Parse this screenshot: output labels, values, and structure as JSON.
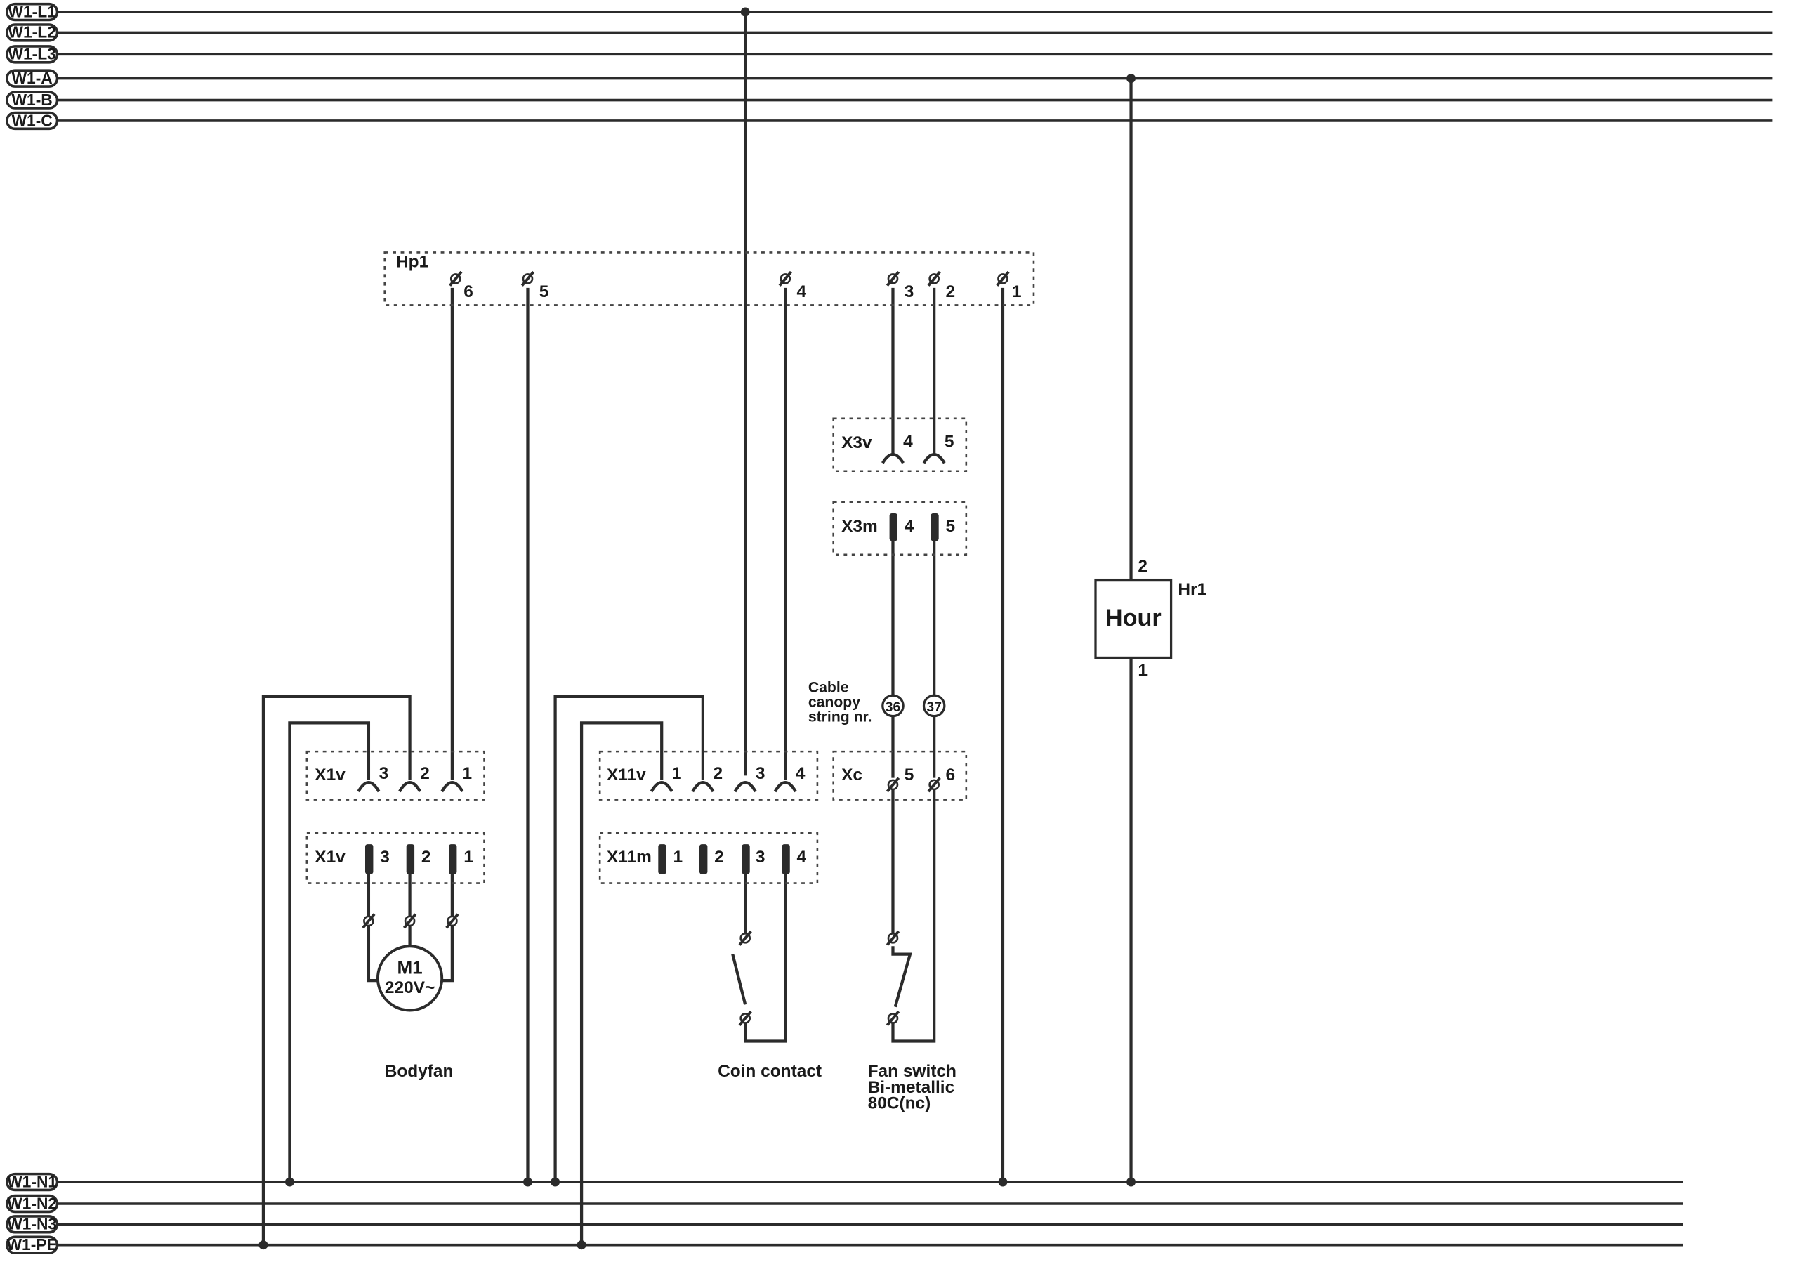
{
  "buses_top": [
    "W1-L1",
    "W1-L2",
    "W1-L3",
    "W1-A",
    "W1-B",
    "W1-C"
  ],
  "buses_bottom": [
    "W1-N1",
    "W1-N2",
    "W1-N3",
    "W1-PE"
  ],
  "hp1": {
    "label": "Hp1",
    "pins": [
      "6",
      "5",
      "4",
      "3",
      "2",
      "1"
    ]
  },
  "x3v": {
    "label": "X3v",
    "pins": [
      "4",
      "5"
    ]
  },
  "x3m": {
    "label": "X3m",
    "pins": [
      "4",
      "5"
    ]
  },
  "hour_meter": {
    "text": "Hour",
    "ref": "Hr1",
    "pin_top": "2",
    "pin_bottom": "1"
  },
  "cable_note": [
    "Cable",
    "canopy",
    "string nr."
  ],
  "cable_numbers": [
    "36",
    "37"
  ],
  "x1v_socket": {
    "label": "X1v",
    "pins": [
      "3",
      "2",
      "1"
    ]
  },
  "x1v_plug": {
    "label": "X1v",
    "pins": [
      "3",
      "2",
      "1"
    ]
  },
  "x11v": {
    "label": "X11v",
    "pins": [
      "1",
      "2",
      "3",
      "4"
    ]
  },
  "x11m": {
    "label": "X11m",
    "pins": [
      "1",
      "2",
      "3",
      "4"
    ]
  },
  "xc": {
    "label": "Xc",
    "pins": [
      "5",
      "6"
    ]
  },
  "motor": {
    "line1": "M1",
    "line2": "220V~"
  },
  "captions": {
    "bodyfan": "Bodyfan",
    "coin": "Coin contact",
    "fan_switch": [
      "Fan switch",
      "Bi-metallic",
      "80C(nc)"
    ]
  }
}
